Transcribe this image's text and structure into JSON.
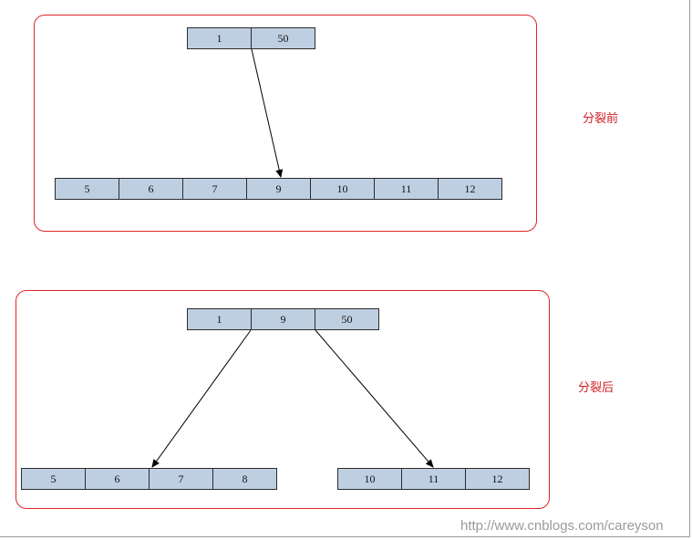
{
  "before": {
    "label": "分裂前",
    "root_keys": [
      "1",
      "50"
    ],
    "child_keys": [
      "5",
      "6",
      "7",
      "9",
      "10",
      "11",
      "12"
    ]
  },
  "after": {
    "label": "分裂后",
    "root_keys": [
      "1",
      "9",
      "50"
    ],
    "left_child_keys": [
      "5",
      "6",
      "7",
      "8"
    ],
    "right_child_keys": [
      "10",
      "11",
      "12"
    ]
  },
  "watermark": "http://www.cnblogs.com/careyson",
  "colors": {
    "panel_border": "#e0242a",
    "cell_fill": "#bfcfe2",
    "label_text": "#d01e24"
  }
}
